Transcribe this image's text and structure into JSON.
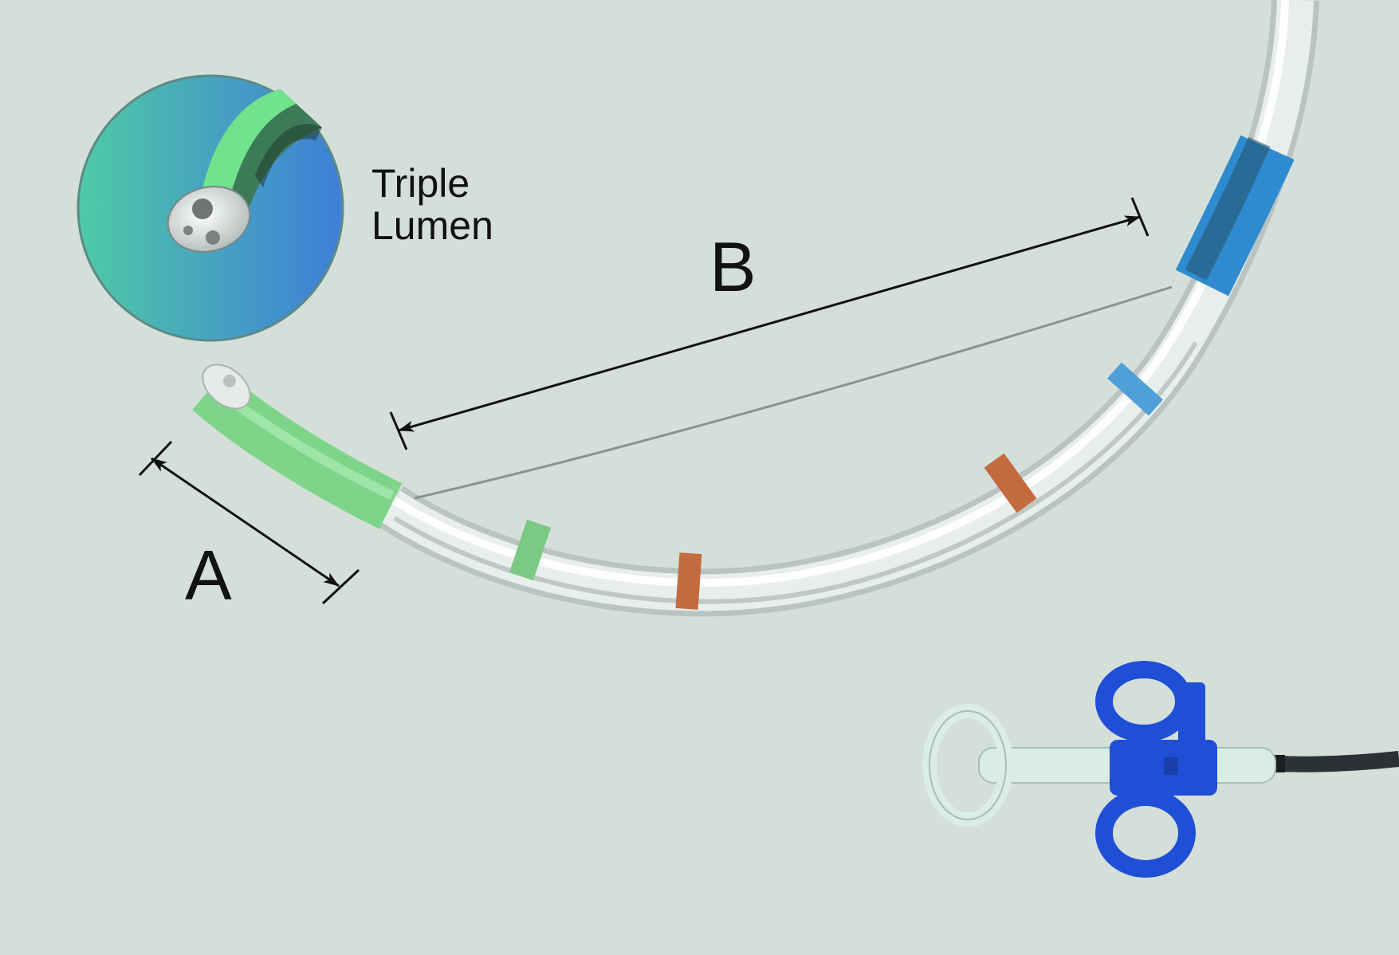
{
  "inset": {
    "caption_line1": "Triple",
    "caption_line2": "Lumen"
  },
  "dimensions": {
    "a_label": "A",
    "b_label": "B"
  },
  "colors": {
    "background": "#d5dfda",
    "tip_green": "#7ed58a",
    "band_green": "#7cc983",
    "band_orange": "#c46a3f",
    "band_blue": "#4f9fd8",
    "sheath_blue": "#2f8bd0",
    "handle_blue": "#1f4fd6",
    "handle_white": "#d9ece6",
    "inset_gradient_start": "#4fc9a8",
    "inset_gradient_end": "#3f7fd8"
  },
  "icons": {
    "inset": "triple-lumen-tip-closeup",
    "device": "sphincterotome-catheter",
    "handle": "three-ring-handle"
  }
}
